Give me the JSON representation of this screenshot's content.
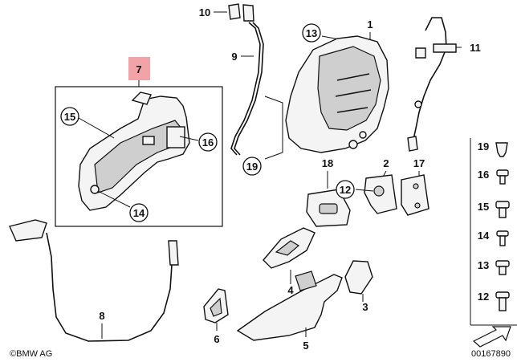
{
  "diagram": {
    "highlight_color": "#f2a3a8",
    "highlighted_label": "7",
    "callouts": {
      "c1": "1",
      "c2": "2",
      "c3": "3",
      "c4": "4",
      "c5": "5",
      "c6": "6",
      "c7": "7",
      "c8": "8",
      "c9": "9",
      "c10": "10",
      "c11": "11",
      "c12": "12",
      "c13": "13",
      "c14": "14",
      "c15": "15",
      "c16": "16",
      "c17": "17",
      "c18": "18",
      "c19": "19"
    },
    "legend": {
      "items": [
        "19",
        "16",
        "15",
        "14",
        "13",
        "12"
      ]
    },
    "copyright": "©BMW AG",
    "diagram_number": "00167890"
  }
}
